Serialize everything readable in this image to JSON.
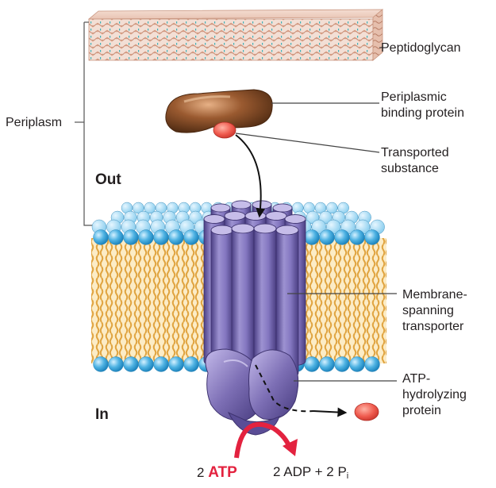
{
  "labels": {
    "peptidoglycan": "Peptidoglycan",
    "periplasmic_binding_protein_line1": "Periplasmic",
    "periplasmic_binding_protein_line2": "binding protein",
    "transported_substance_line1": "Transported",
    "transported_substance_line2": "substance",
    "periplasm": "Periplasm",
    "out": "Out",
    "in": "In",
    "transporter_line1": "Membrane-",
    "transporter_line2": "spanning",
    "transporter_line3": "transporter",
    "atpase_line1": "ATP-",
    "atpase_line2": "hydrolyzing",
    "atpase_line3": "protein"
  },
  "reaction": {
    "input_count": "2",
    "input_molecule": "ATP",
    "output_prefix": "2 ADP + 2 P",
    "output_subscript": "i"
  },
  "colors": {
    "membrane_heads": "#4fb3e3",
    "lipid_tails": "#e8b25a",
    "transporter": "#7d6fb5",
    "binding_protein": "#9a5a30",
    "substance": "#ef5a4e",
    "atp_arrow": "#e3223f",
    "peptidoglycan": "#d9a690"
  }
}
